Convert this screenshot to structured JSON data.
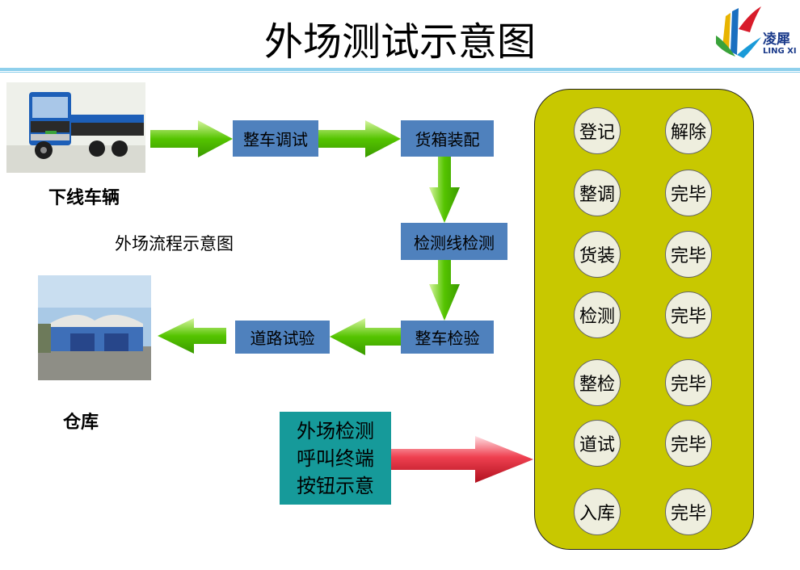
{
  "title": "外场测试示意图",
  "logo": {
    "name_cn": "凌犀",
    "name_en": "LING XI"
  },
  "vehicle_label": "下线车辆",
  "flow_caption": "外场流程示意图",
  "warehouse_label": "仓库",
  "steps": {
    "overall_tuning": "整车调试",
    "cargo_assembly": "货箱装配",
    "line_inspection": "检测线检测",
    "vehicle_check": "整车检验",
    "road_test": "道路试验"
  },
  "terminal": {
    "line1": "外场检测",
    "line2": "呼叫终端",
    "line3": "按钮示意"
  },
  "buttons": [
    [
      "登记",
      "解除"
    ],
    [
      "整调",
      "完毕"
    ],
    [
      "货装",
      "完毕"
    ],
    [
      "检测",
      "完毕"
    ],
    [
      "整检",
      "完毕"
    ],
    [
      "道试",
      "完毕"
    ],
    [
      "入库",
      "完毕"
    ]
  ],
  "colors": {
    "step_box": "#4f81bd",
    "panel": "#c8c800",
    "terminal": "#169a9a",
    "arrow_green": "#66cc00",
    "arrow_red": "#d81b2a",
    "title_rule": "#8fd0ec"
  }
}
